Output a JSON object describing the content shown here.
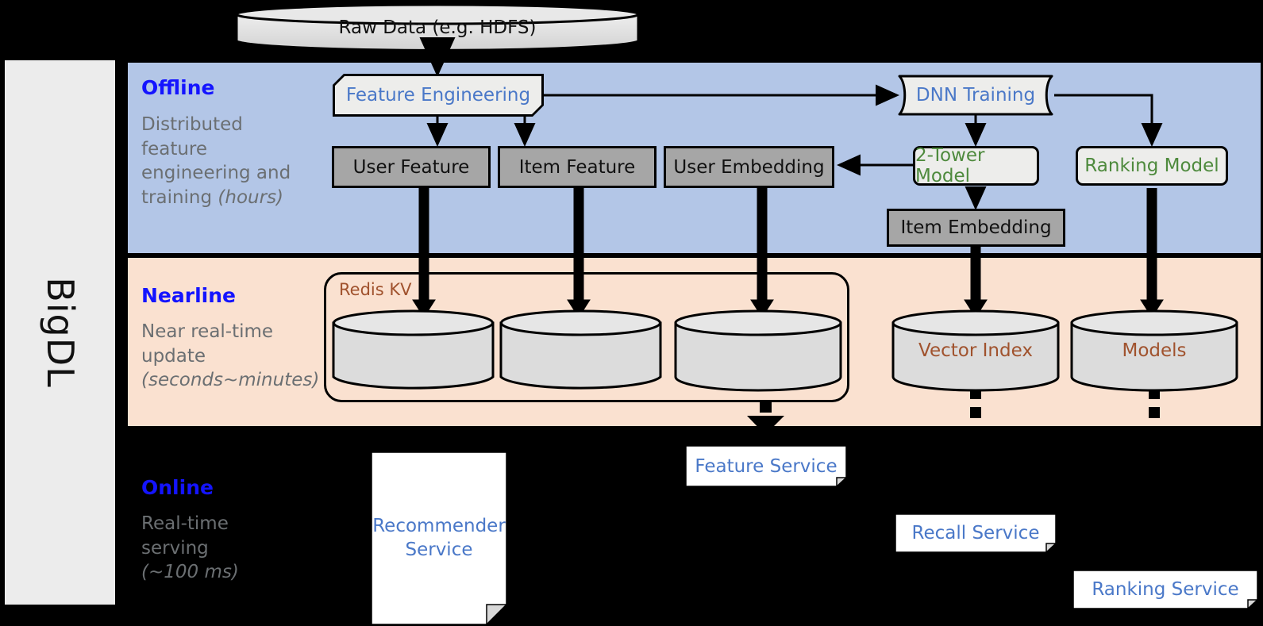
{
  "sidebar": {
    "label": "BigDL"
  },
  "source": {
    "label": "Raw Data (e.g. HDFS)"
  },
  "bands": {
    "offline": {
      "heading": "Offline",
      "description_line1": "Distributed",
      "description_line2": "feature",
      "description_line3": "engineering and",
      "description_line4": "training ",
      "description_em": "(hours)"
    },
    "nearline": {
      "heading": "Nearline",
      "description_line1": "Near real-time",
      "description_line2": "update",
      "description_em": "(seconds~minutes)"
    },
    "online": {
      "heading": "Online",
      "description_line1": "Real-time",
      "description_line2": "serving",
      "description_em": "(~100 ms)"
    }
  },
  "offline": {
    "feature_engineering": "Feature Engineering",
    "dnn_training": "DNN Training",
    "user_feature": "User Feature",
    "item_feature": "Item Feature",
    "user_embedding": "User Embedding",
    "two_tower_model": "2-Tower Model",
    "ranking_model": "Ranking Model",
    "item_embedding": "Item Embedding"
  },
  "nearline": {
    "redis_kv": "Redis KV",
    "store_1": "",
    "store_2": "",
    "store_3": "",
    "vector_index": "Vector Index",
    "models": "Models"
  },
  "online": {
    "recommender_service_line1": "Recommender",
    "recommender_service_line2": "Service",
    "feature_service": "Feature Service",
    "recall_service": "Recall Service",
    "ranking_service": "Ranking Service"
  },
  "colors": {
    "offline_band": "#b3c6e7",
    "nearline_band": "#fae1d0",
    "online_band": "#000000",
    "heading_blue": "#1414ff",
    "model_green": "#4e8a3d",
    "service_blue": "#4a78c8",
    "redis_brown": "#a0522d",
    "gray_box": "#a6a6a6",
    "sidebar_gray": "#ececec"
  }
}
